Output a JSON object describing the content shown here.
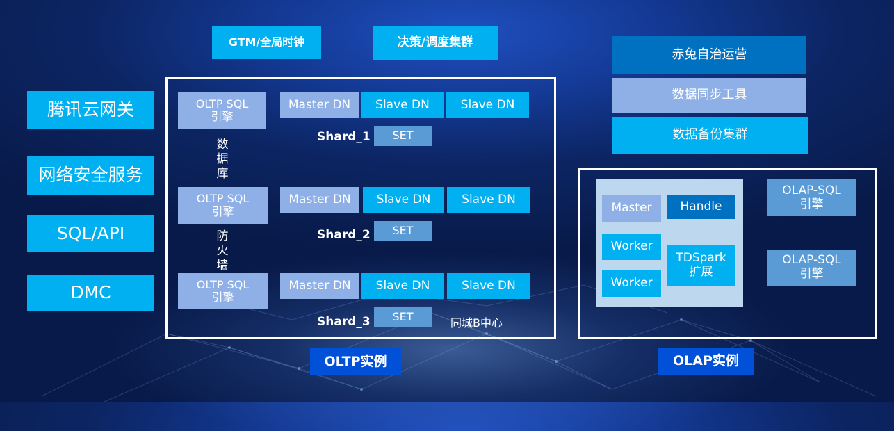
{
  "top": {
    "gtm": "GTM/全局时钟",
    "decision": "决策/调度集群"
  },
  "left": [
    "腾讯云网关",
    "网络安全服务",
    "SQL/API",
    "DMC"
  ],
  "right_tools": [
    "赤兔自治运营",
    "数据同步工具",
    "数据备份集群"
  ],
  "oltp": {
    "engine": "OLTP SQL引擎",
    "labels_db": "数据库",
    "labels_fw": "防火墙",
    "rows": [
      {
        "master": "Master DN",
        "slave1": "Slave DN",
        "slave2": "Slave DN",
        "shard": "Shard_1",
        "set": "SET"
      },
      {
        "master": "Master DN",
        "slave1": "Slave DN",
        "slave2": "Slave DN",
        "shard": "Shard_2",
        "set": "SET"
      },
      {
        "master": "Master DN",
        "slave1": "Slave DN",
        "slave2": "Slave DN",
        "shard": "Shard_3",
        "set": "SET"
      }
    ],
    "center_b": "同城B中心",
    "instance_label": "OLTP实例"
  },
  "olap": {
    "master": "Master",
    "handle": "Handle",
    "worker1": "Worker",
    "worker2": "Worker",
    "tdspark": "TDSpark扩展",
    "engine": "OLAP-SQL 引擎",
    "instance_label": "OLAP实例"
  },
  "colors": {
    "cyan": "#00b0f0",
    "lavender": "#8fb0e6",
    "steel": "#5b9bd5",
    "dark_blue": "#0070c0",
    "royal": "#0050d8",
    "panel": "#bdd7ee"
  }
}
